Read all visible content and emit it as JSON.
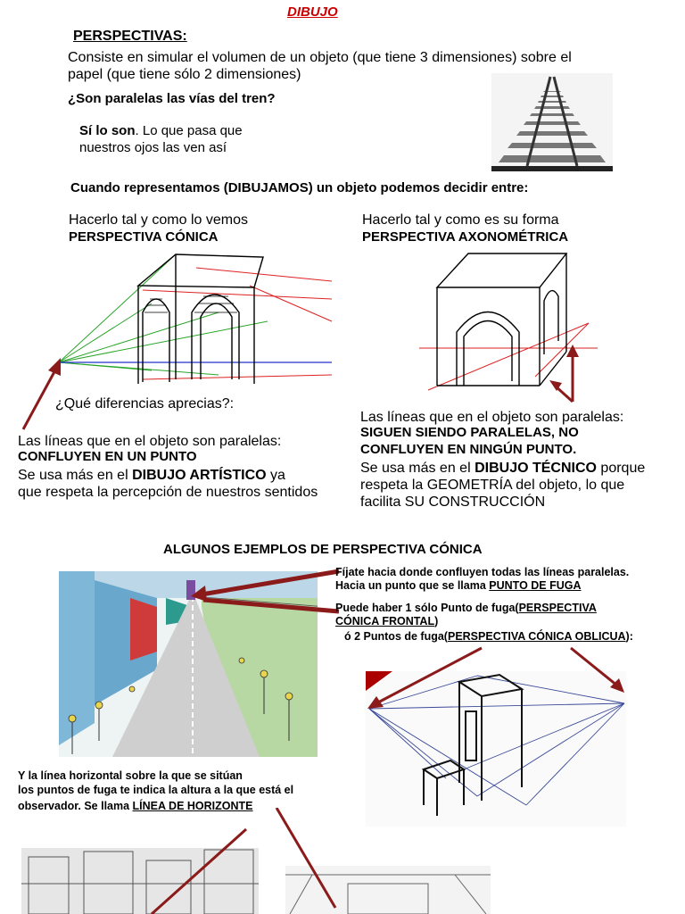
{
  "title": "DIBUJO",
  "heading": "PERSPECTIVAS:",
  "intro_line1": "Consiste en simular el volumen de un objeto (que tiene 3 dimensiones) sobre el",
  "intro_line2": "papel (que tiene sólo 2 dimensiones)",
  "question_rails": "¿Son paralelas las vías del tren?",
  "answer_bold": "Sí lo son",
  "answer_rest": ". Lo que pasa que",
  "answer_line2": "nuestros ojos las ven así",
  "choose_line": "Cuando representamos (DIBUJAMOS) un objeto podemos decidir entre:",
  "left": {
    "intro": "Hacerlo tal y como lo vemos",
    "name": "PERSPECTIVA CÓNICA",
    "question": "¿Qué diferencias aprecias?:",
    "lines_text": "Las líneas que en el objeto son paralelas:",
    "converge": "CONFLUYEN EN UN PUNTO",
    "use_pre": "Se usa más en el ",
    "use_bold": "DIBUJO ARTÍSTICO",
    "use_post": " ya",
    "use_line2": "que respeta la percepción de nuestros sentidos"
  },
  "right": {
    "intro": "Hacerlo tal y como es su forma",
    "name": "PERSPECTIVA AXONOMÉTRICA",
    "lines_text": "Las líneas que en el objeto son paralelas:",
    "parallel1": "SIGUEN SIENDO PARALELAS, NO",
    "parallel2": "CONFLUYEN EN NINGÚN PUNTO.",
    "use_pre": "Se usa más en el ",
    "use_bold": "DIBUJO TÉCNICO",
    "use_post": " porque",
    "use_line2": "respeta la GEOMETRÍA del objeto, lo que",
    "use_line3": "facilita SU CONSTRUCCIÓN"
  },
  "examples_heading": "ALGUNOS EJEMPLOS DE PERSPECTIVA CÓNICA",
  "note1_line1": "Fíjate hacia donde confluyen todas las líneas paralelas.",
  "note1_line2_pre": "Hacia un punto que se llama ",
  "note1_line2_u": "PUNTO DE FUGA",
  "note2_line1_pre": "Puede haber 1 sólo Punto de fuga(",
  "note2_line1_u": "PERSPECTIVA",
  "note2_line2_u": "CÓNICA FRONTAL",
  "note2_line2_post": ")",
  "note3_pre": "ó 2 Puntos de fuga(",
  "note3_u": "PERSPECTIVA CÓNICA OBLICUA",
  "note3_post": "):",
  "horizon_line1": "Y la línea horizontal sobre la que se sitúan",
  "horizon_line2": "los puntos de fuga te indica la altura a la que está el",
  "horizon_line3_pre": "observador. Se llama ",
  "horizon_line3_u": "LÍNEA DE HORIZONTE",
  "colors": {
    "title_red": "#cc0000",
    "arrow": "#8b1a1a"
  }
}
